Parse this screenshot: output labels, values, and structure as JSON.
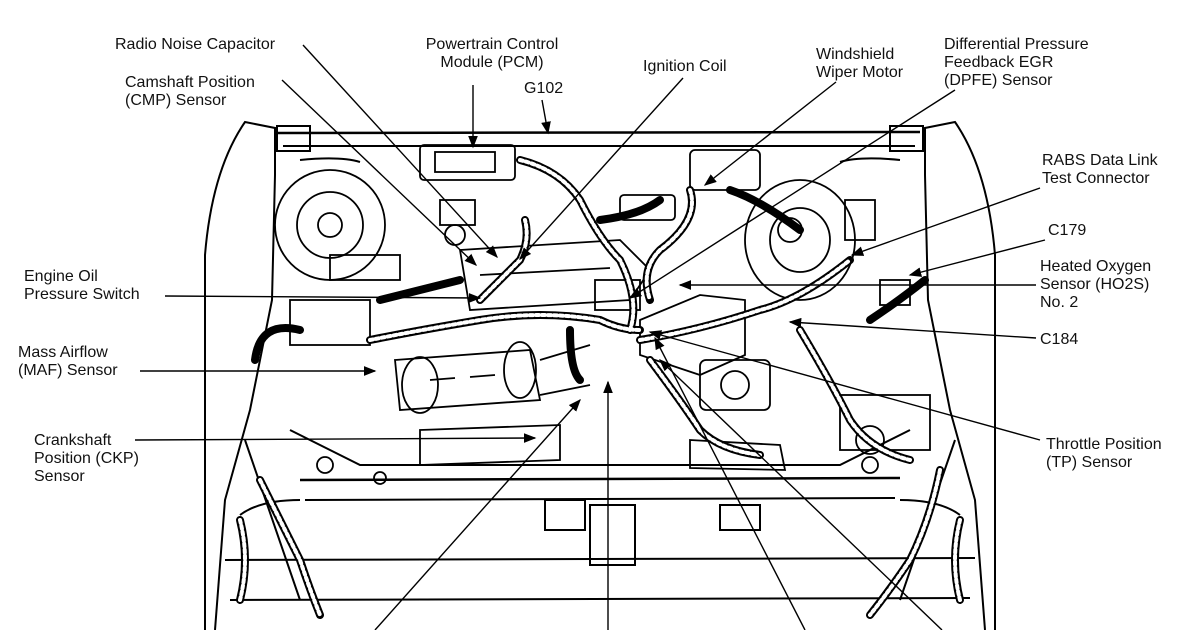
{
  "labels": {
    "radio_noise_capacitor": "Radio Noise Capacitor",
    "pcm": [
      "Powertrain Control",
      "Module (PCM)"
    ],
    "ignition_coil": "Ignition Coil",
    "wiper_motor": [
      "Windshield",
      "Wiper Motor"
    ],
    "dpfe": [
      "Differential Pressure",
      "Feedback EGR",
      "(DPFE) Sensor"
    ],
    "cmp": [
      "Camshaft Position",
      "(CMP) Sensor"
    ],
    "g102": "G102",
    "rabs": [
      "RABS Data Link",
      "Test Connector"
    ],
    "c179": "C179",
    "ho2s": [
      "Heated Oxygen",
      "Sensor (HO2S)",
      "No. 2"
    ],
    "c184": "C184",
    "oil_pressure": [
      "Engine Oil",
      "Pressure Switch"
    ],
    "maf": [
      "Mass Airflow",
      "(MAF) Sensor"
    ],
    "ckp": [
      "Crankshaft",
      "Position (CKP)",
      "Sensor"
    ],
    "tp": [
      "Throttle Position",
      "(TP) Sensor"
    ]
  }
}
